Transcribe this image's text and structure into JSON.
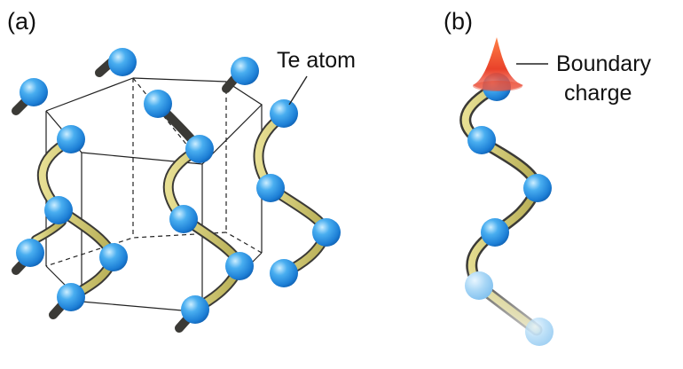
{
  "panels": [
    {
      "id": "a",
      "label": "(a)"
    },
    {
      "id": "b",
      "label": "(b)"
    }
  ],
  "annotations": {
    "atom": "Te atom",
    "charge_line1": "Boundary",
    "charge_line2": "charge"
  },
  "colors": {
    "atom": "#2f97e8",
    "atom_highlight": "#bfe6ff",
    "atom_shadow": "#0b5cae",
    "ribbon_face": "#d8cf76",
    "ribbon_dark": "#3b3a36",
    "charge": "#e8442a",
    "frame": "#222222"
  },
  "icons": {
    "atom": "sphere-icon",
    "charge": "cone-peak-icon"
  }
}
